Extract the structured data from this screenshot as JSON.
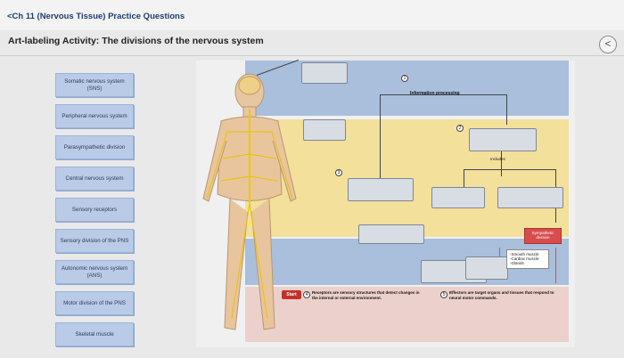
{
  "header": {
    "back_link": "<Ch 11 (Nervous Tissue) Practice Questions",
    "activity_title": "Art-labeling Activity: The divisions of the nervous system",
    "nav_symbol": "<"
  },
  "label_bank": [
    "Somatic nervous system (SNS)",
    "Peripheral nervous system",
    "Parasympathetic division",
    "Central nervous system",
    "Sensory receptors",
    "Sensory division of the PNS",
    "Autonomic nervous system (ANS)",
    "Motor division of the PNS",
    "Skeletal muscle"
  ],
  "diagram": {
    "information_processing": "Information processing",
    "includes": "Includes",
    "sympathetic_division": "Sympathetic division",
    "effector_list": [
      "-Smooth muscle",
      "-Cardiac muscle",
      "-Glands"
    ],
    "start": "Start",
    "receptors_text": "Receptors are sensory structures that detect changes in the internal or external environment.",
    "effectors_text": "Effectors are target organs and tissues that respond to neural motor commands.",
    "step_numbers": [
      "1",
      "2",
      "3",
      "4",
      "5"
    ]
  },
  "colors": {
    "label_card": "#b9cbe6",
    "blue_band": "#a9bfdc",
    "yellow_band": "#f3e09a",
    "pink_band": "#ecd0cb",
    "start_button": "#c3312b",
    "sympathetic_box": "#d74c4c"
  }
}
